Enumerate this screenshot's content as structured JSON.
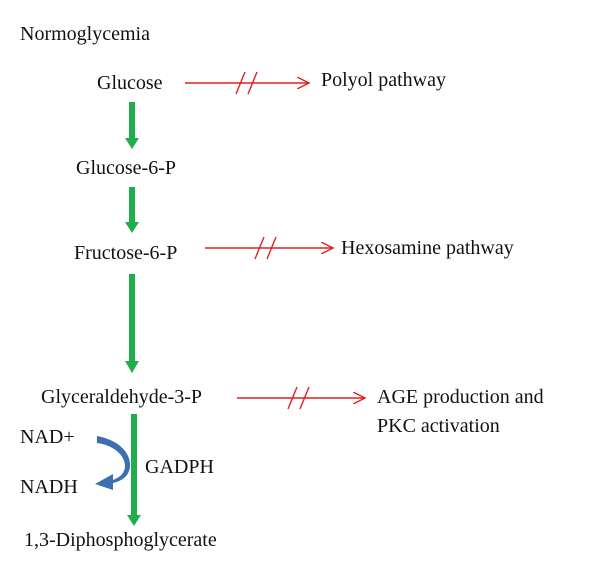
{
  "diagram": {
    "title": "Normoglycemia",
    "nodes": {
      "glucose": "Glucose",
      "glucose6p": "Glucose-6-P",
      "fructose6p": "Fructose-6-P",
      "glyceraldehyde3p": "Glyceraldehyde-3-P",
      "diphosphoglycerate": "1,3-Diphosphoglycerate"
    },
    "side_pathways": {
      "polyol": "Polyol pathway",
      "hexosamine": "Hexosamine pathway",
      "age_line1": "AGE production and",
      "age_line2": "PKC activation"
    },
    "cofactors": {
      "nad_plus": "NAD+",
      "nadh": "NADH",
      "enzyme": "GADPH"
    },
    "colors": {
      "main_flow": "#1fae4b",
      "blocked_flow": "#e02020",
      "cofactor_arrow": "#3d6fb0"
    }
  }
}
